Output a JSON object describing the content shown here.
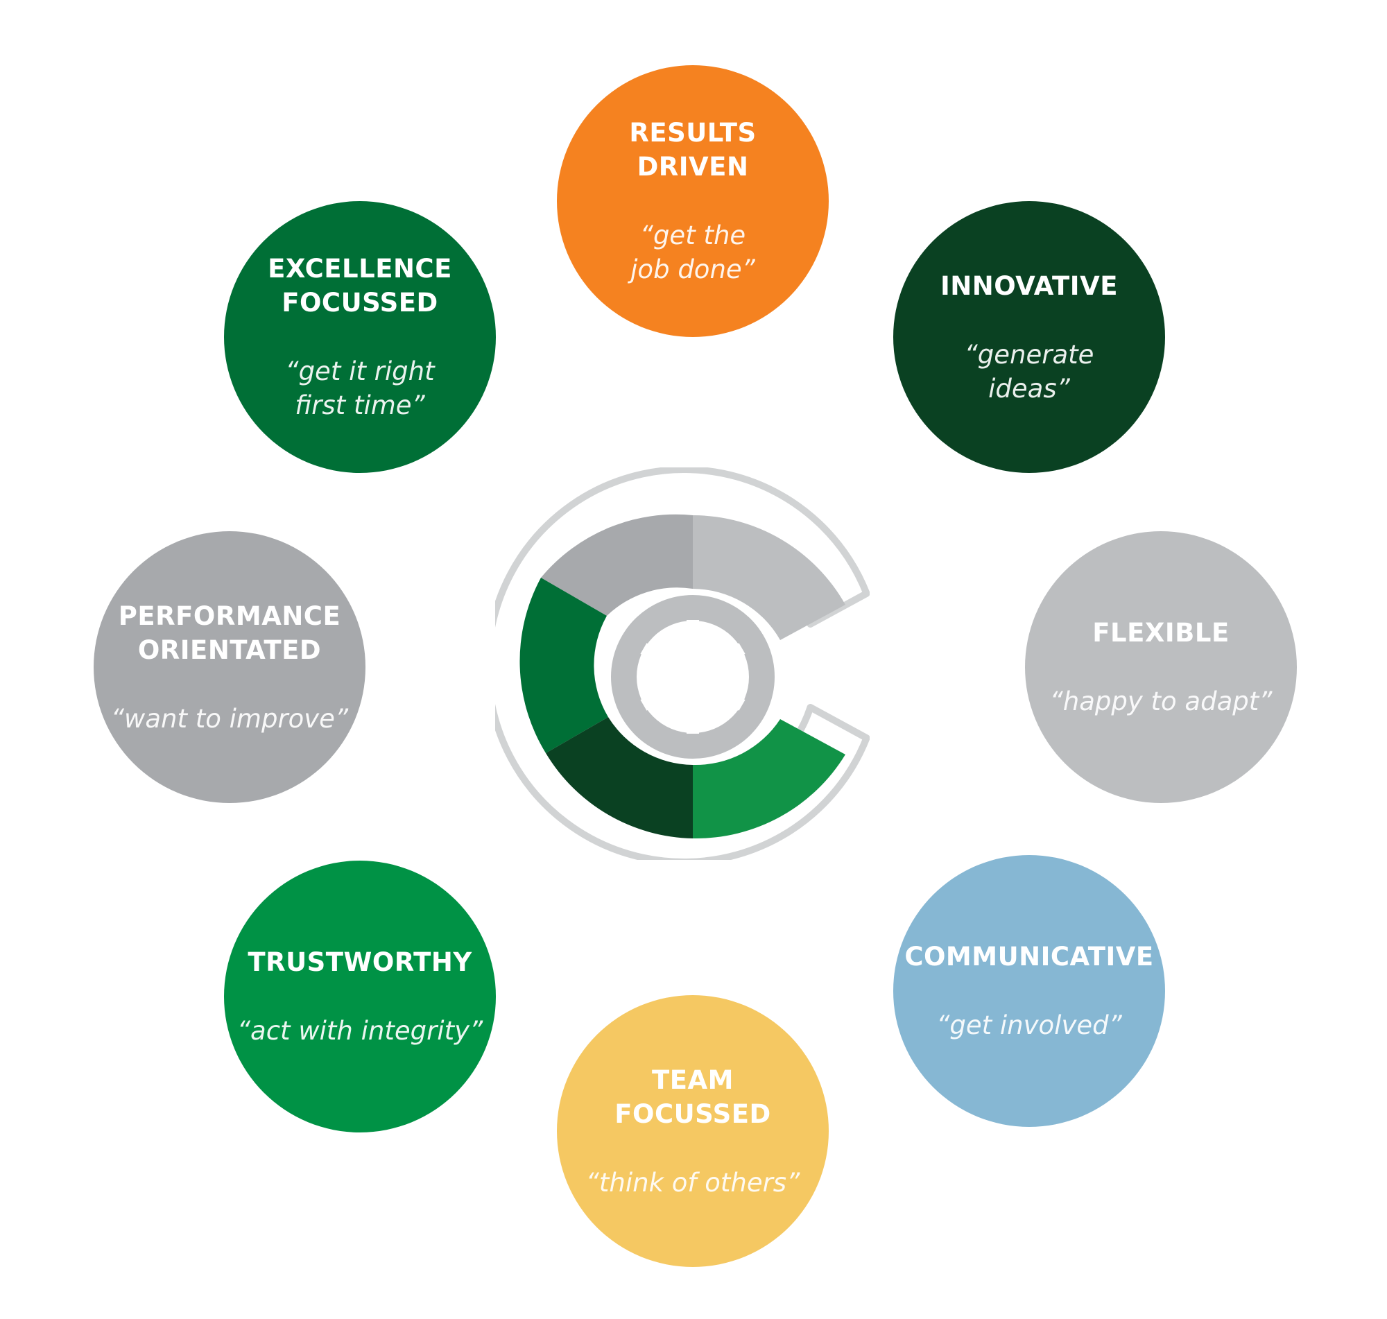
{
  "values": [
    {
      "id": "results-driven",
      "title": [
        "RESULTS",
        "DRIVEN"
      ],
      "quote": [
        "“get the",
        "job done”"
      ],
      "color": "#f58220"
    },
    {
      "id": "innovative",
      "title": [
        "INNOVATIVE"
      ],
      "quote": [
        "“generate",
        "ideas”"
      ],
      "color": "#0a4122"
    },
    {
      "id": "flexible",
      "title": [
        "FLEXIBLE"
      ],
      "quote": [
        "“happy to adapt”"
      ],
      "color": "#bcbec0"
    },
    {
      "id": "communicative",
      "title": [
        "COMMUNICATIVE"
      ],
      "quote": [
        "“get involved”"
      ],
      "color": "#86b7d3"
    },
    {
      "id": "team-focussed",
      "title": [
        "TEAM",
        "FOCUSSED"
      ],
      "quote": [
        "“think of others”"
      ],
      "color": "#f5c862"
    },
    {
      "id": "trustworthy",
      "title": [
        "TRUSTWORTHY"
      ],
      "quote": [
        "“act with integrity”"
      ],
      "color": "#009245"
    },
    {
      "id": "performance-orientated",
      "title": [
        "PERFORMANCE",
        "ORIENTATED"
      ],
      "quote": [
        "“want to improve”"
      ],
      "color": "#a7a9ac"
    },
    {
      "id": "excellence-focussed",
      "title": [
        "EXCELLENCE",
        "FOCUSSED"
      ],
      "quote": [
        "“get it right",
        "first time”"
      ],
      "color": "#006f36"
    }
  ],
  "logo": {
    "outline_color": "#d1d3d4",
    "segment_colors": [
      "#bcbec0",
      "#a7a9ac",
      "#006f36",
      "#0a4122",
      "#119347"
    ],
    "inner_ring_color": "#bcbec0"
  }
}
